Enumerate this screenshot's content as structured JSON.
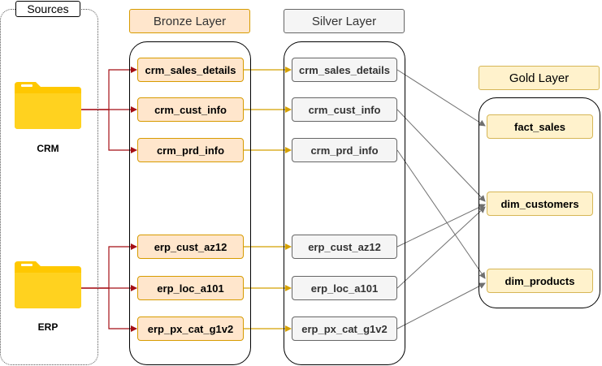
{
  "sources": {
    "title": "Sources",
    "items": [
      {
        "label": "CRM",
        "icon": "folder-icon"
      },
      {
        "label": "ERP",
        "icon": "folder-icon"
      }
    ]
  },
  "bronze": {
    "title": "Bronze Layer",
    "tables": [
      "crm_sales_details",
      "crm_cust_info",
      "crm_prd_info",
      "erp_cust_az12",
      "erp_loc_a101",
      "erp_px_cat_g1v2"
    ]
  },
  "silver": {
    "title": "Silver Layer",
    "tables": [
      "crm_sales_details",
      "crm_cust_info",
      "crm_prd_info",
      "erp_cust_az12",
      "erp_loc_a101",
      "erp_px_cat_g1v2"
    ]
  },
  "gold": {
    "title": "Gold Layer",
    "objects": [
      "fact_sales",
      "dim_customers",
      "dim_products"
    ]
  },
  "colors": {
    "source_edge": "#a50f15",
    "bronze_edge": "#d4a000",
    "gold_edge": "#707070",
    "bronze_fill": "#ffe6cc",
    "silver_fill": "#f5f5f5",
    "gold_fill": "#fff2cc",
    "folder": "#ffc800"
  }
}
